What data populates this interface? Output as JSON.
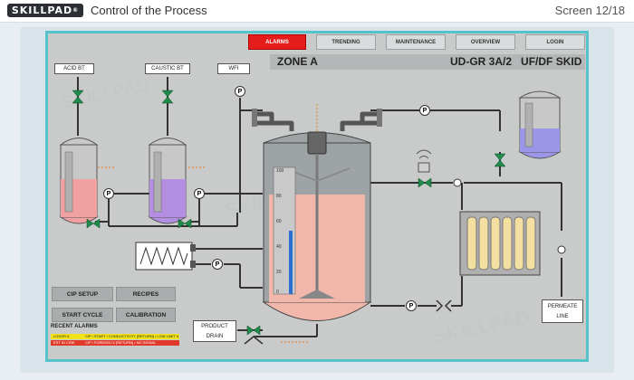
{
  "header": {
    "logo_text": "SKILLPAD",
    "logo_tm": "®",
    "course_title": "Control of the Process",
    "screen_counter": "Screen 12/18"
  },
  "nav": {
    "alarms": "ALARMS",
    "trending": "TRENDING",
    "maintenance": "MAINTENANCE",
    "overview": "OVERVIEW",
    "login": "LOGIN"
  },
  "zone": {
    "name": "ZONE A",
    "unit": "UD-GR 3A/2",
    "skid": "UF/DF SKID"
  },
  "controls": {
    "cip_setup": "CIP SETUP",
    "recipes": "RECIPES",
    "start_cycle": "START CYCLE",
    "calibration": "CALIBRATION"
  },
  "recent_alarms": {
    "title": "RECENT ALARMS",
    "rows": [
      {
        "source": "LOSOR 6",
        "message": "CIP / START / CONDUCTIVITY [RETURN] • LOW LIMIT A",
        "color": "#f2e21a"
      },
      {
        "source": "EST IN CRW",
        "message": "CIP / FOREIGN IX [RETURN] • NO SIGNAL",
        "color": "#e23a2a"
      }
    ]
  },
  "tanks": {
    "acid": "ACID BT",
    "caustic": "CAUSTIC BT",
    "wfi": "WFI"
  },
  "labels": {
    "product_drain": "PRODUCT DRAIN",
    "permeate_line": "PERMEATE LINE",
    "pump_symbol": "P"
  },
  "vessel_scale": [
    "100",
    "80",
    "60",
    "40",
    "20",
    "0"
  ],
  "watermark": "SKILLPAD",
  "colors": {
    "accent": "#55c3c9",
    "alarm_active": "#e41c1c",
    "acid_fill": "#f0a0a0",
    "caustic_fill": "#b48ee0",
    "permeate_fill": "#9b96e8",
    "vessel_fill": "#f1b7aa",
    "valve": "#1f8a4a",
    "filter": "#f3dfa0"
  }
}
